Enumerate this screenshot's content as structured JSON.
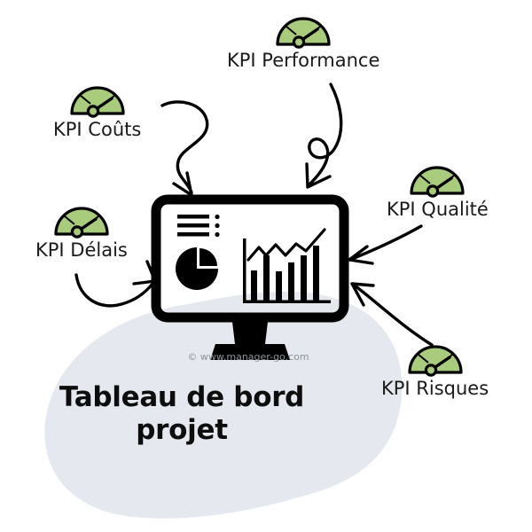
{
  "theme": {
    "background": "#ffffff",
    "blob_fill": "#e5e8ee",
    "gauge_green": "#a9cb7c",
    "ink": "#000000",
    "credit_color": "#8d9199"
  },
  "center": {
    "icon_name": "dashboard-monitor-icon",
    "description": "monitor showing pie chart, bar chart with trend line and list lines"
  },
  "blob": {
    "title_line1": "Tableau de bord",
    "title_line2": "projet"
  },
  "credit": {
    "text": "© www.manager-go.com"
  },
  "kpis": [
    {
      "id": "kpi-couts",
      "label": "KPI Coûts",
      "icon": "gauge-icon",
      "arrow": "curved-s-arrow-down-right"
    },
    {
      "id": "kpi-performance",
      "label": "KPI Performance",
      "icon": "gauge-icon",
      "arrow": "looped-arrow-down-left"
    },
    {
      "id": "kpi-delais",
      "label": "KPI Délais",
      "icon": "gauge-icon",
      "arrow": "curved-arrow-up-right"
    },
    {
      "id": "kpi-qualite",
      "label": "KPI Qualité",
      "icon": "gauge-icon",
      "arrow": "curved-arrow-left-upper"
    },
    {
      "id": "kpi-risques",
      "label": "KPI Risques",
      "icon": "gauge-icon",
      "arrow": "curved-arrow-left-lower"
    }
  ]
}
